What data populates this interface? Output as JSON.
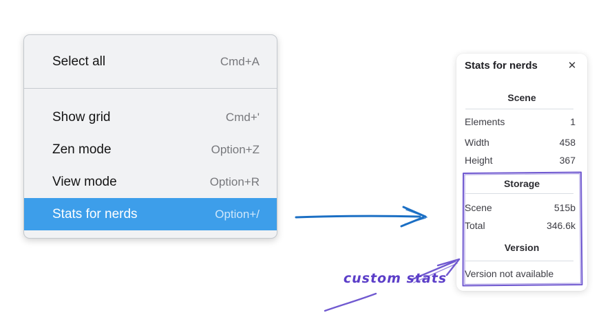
{
  "context_menu": {
    "sections": [
      {
        "items": [
          {
            "label": "Select all",
            "shortcut": "Cmd+A"
          }
        ]
      },
      {
        "items": [
          {
            "label": "Show grid",
            "shortcut": "Cmd+'"
          },
          {
            "label": "Zen mode",
            "shortcut": "Option+Z"
          },
          {
            "label": "View mode",
            "shortcut": "Option+R"
          },
          {
            "label": "Stats for nerds",
            "shortcut": "Option+/",
            "state": "highlighted"
          }
        ]
      }
    ]
  },
  "stats_panel": {
    "title": "Stats for nerds",
    "close_icon": "✕",
    "scene": {
      "header": "Scene",
      "rows": [
        {
          "label": "Elements",
          "value": "1"
        },
        {
          "label": "Width",
          "value": "458"
        },
        {
          "label": "Height",
          "value": "367"
        }
      ]
    },
    "storage": {
      "header": "Storage",
      "rows": [
        {
          "label": "Scene",
          "value": "515b"
        },
        {
          "label": "Total",
          "value": "346.6k"
        }
      ]
    },
    "version": {
      "header": "Version",
      "note": "Version not available"
    }
  },
  "annotation": {
    "label": "custom stats"
  },
  "colors": {
    "menu_highlight": "#3d9eea",
    "arrow_blue": "#1b6fc4",
    "annotation_purple": "#7059d0",
    "annotation_text_purple": "#5b3ec8"
  }
}
